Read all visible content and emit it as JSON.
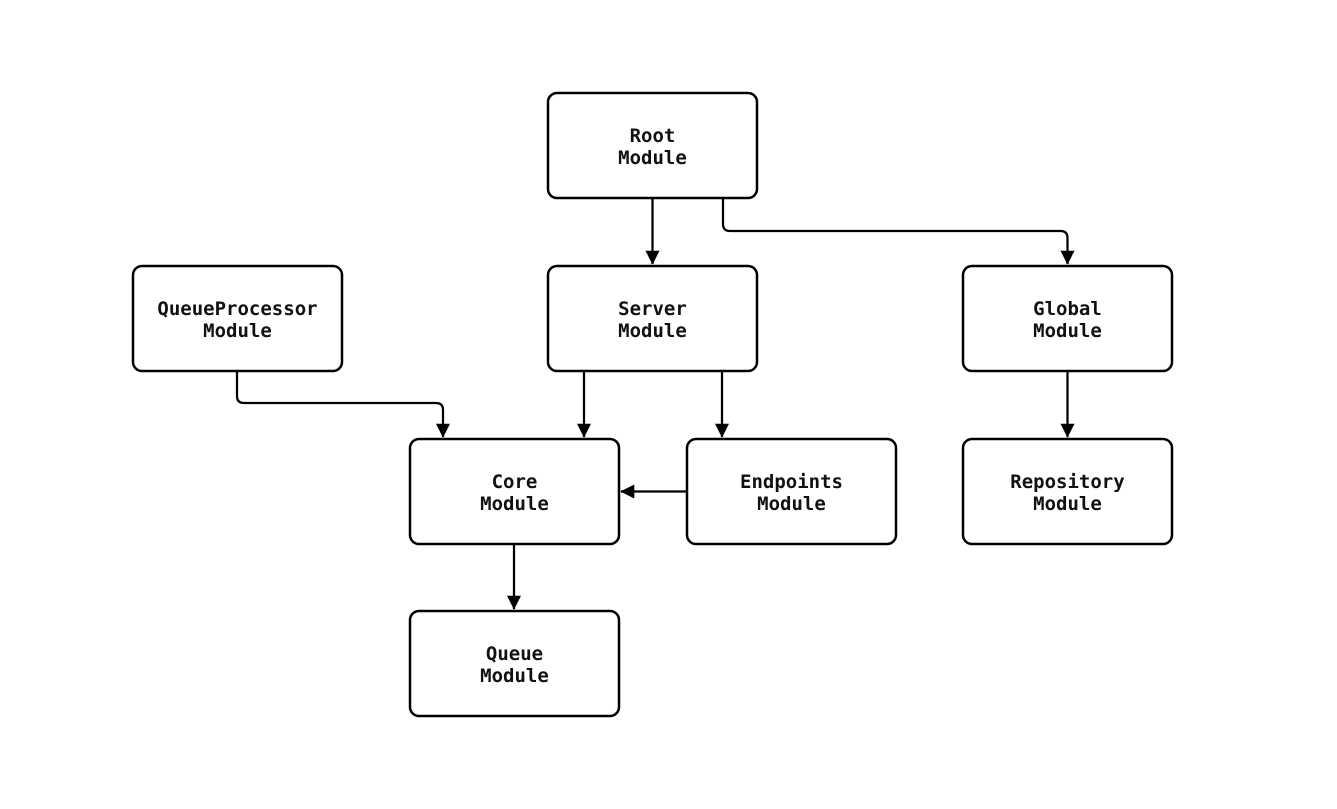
{
  "diagram": {
    "type": "module-dependency-graph",
    "background_color": "#ffffff",
    "node_fill_color": "#ffffff",
    "node_border_color": "#000000",
    "edge_color": "#000000",
    "text_color": "#111111",
    "nodes": [
      {
        "id": "root",
        "line1": "Root",
        "line2": "Module"
      },
      {
        "id": "queueprocessor",
        "line1": "QueueProcessor",
        "line2": "Module"
      },
      {
        "id": "server",
        "line1": "Server",
        "line2": "Module"
      },
      {
        "id": "global",
        "line1": "Global",
        "line2": "Module"
      },
      {
        "id": "core",
        "line1": "Core",
        "line2": "Module"
      },
      {
        "id": "endpoints",
        "line1": "Endpoints",
        "line2": "Module"
      },
      {
        "id": "repository",
        "line1": "Repository",
        "line2": "Module"
      },
      {
        "id": "queue",
        "line1": "Queue",
        "line2": "Module"
      }
    ],
    "edges": [
      {
        "from": "root",
        "to": "server"
      },
      {
        "from": "root",
        "to": "global"
      },
      {
        "from": "queueprocessor",
        "to": "core"
      },
      {
        "from": "server",
        "to": "core"
      },
      {
        "from": "server",
        "to": "endpoints"
      },
      {
        "from": "endpoints",
        "to": "core"
      },
      {
        "from": "core",
        "to": "queue"
      },
      {
        "from": "global",
        "to": "repository"
      }
    ]
  }
}
